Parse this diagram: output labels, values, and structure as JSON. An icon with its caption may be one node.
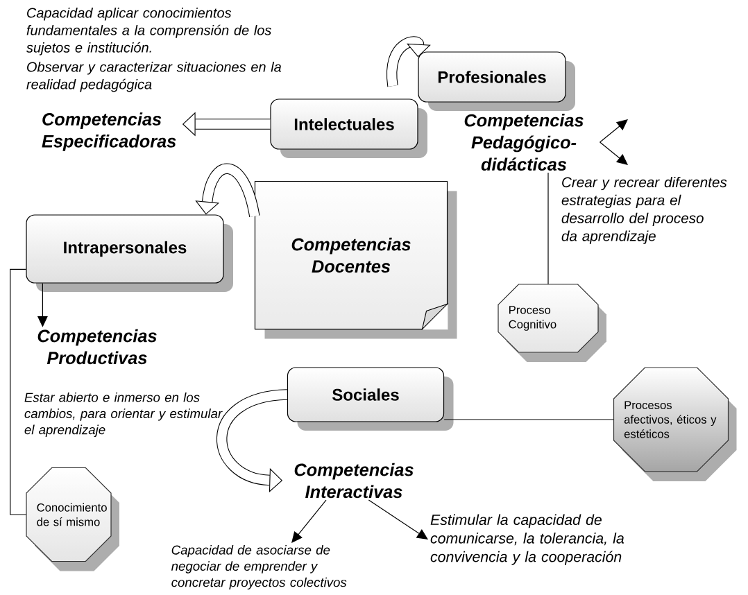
{
  "diagram": {
    "nodes": [
      {
        "text": [
          "Profesionales"
        ]
      },
      {
        "text": [
          "Intelectuales"
        ]
      },
      {
        "text": [
          "Competencias Especificadoras"
        ]
      },
      {
        "text": [
          "Competencias Pedagógico-didácticas"
        ]
      },
      {
        "text": [
          "Proceso Cognitivo"
        ]
      },
      {
        "text": [
          "Competencias Docentes"
        ]
      },
      {
        "text": [
          "Intrapersonales"
        ]
      },
      {
        "text": [
          "Competencias Productivas"
        ]
      },
      {
        "text": [
          "Conocimiento de sí mismo"
        ]
      },
      {
        "text": [
          "Sociales"
        ]
      },
      {
        "text": [
          "Procesos afectivos, éticos y estéticos"
        ]
      },
      {
        "text": [
          "Competencias Interactivas"
        ]
      },
      {
        "text": [
          "Capacidad de asociarse de negociar de emprender y concretar proyectos colectivos"
        ]
      },
      {
        "text": [
          "Estimular la capacidad de comunicarse, la tolerancia, la convivencia y la cooperación"
        ]
      }
    ],
    "edges": [
      {
        "from": null,
        "to": 0,
        "arrow": "to",
        "style": "thick"
      },
      {
        "from": 1,
        "to": 2,
        "arrow": "to",
        "style": "thick"
      },
      {
        "from": 3,
        "to": null,
        "arrow": "to"
      },
      {
        "from": 3,
        "to": null,
        "arrow": "to"
      },
      {
        "from": 3,
        "to": 4,
        "arrow": "none"
      },
      {
        "from": 5,
        "to": 6,
        "arrow": "to",
        "style": "thick"
      },
      {
        "from": 6,
        "to": 7,
        "arrow": "to"
      },
      {
        "from": 6,
        "to": 8,
        "arrow": "none"
      },
      {
        "from": 9,
        "to": 10,
        "arrow": "none"
      },
      {
        "from": 9,
        "to": 11,
        "arrow": "to",
        "style": "thick"
      },
      {
        "from": 11,
        "to": 12,
        "arrow": "to"
      },
      {
        "from": 11,
        "to": 13,
        "arrow": "to"
      }
    ],
    "labels": [
      "Capacidad aplicar conocimientos fundamentales a la comprensión de los sujetos e institución.",
      "Observar y caracterizar situaciones en la realidad pedagógica",
      "Crear y recrear diferentes estrategias para el desarrollo del proceso da aprendizaje",
      "Estar abierto e inmerso en los cambios, para orientar y estimular el aprendizaje"
    ]
  }
}
